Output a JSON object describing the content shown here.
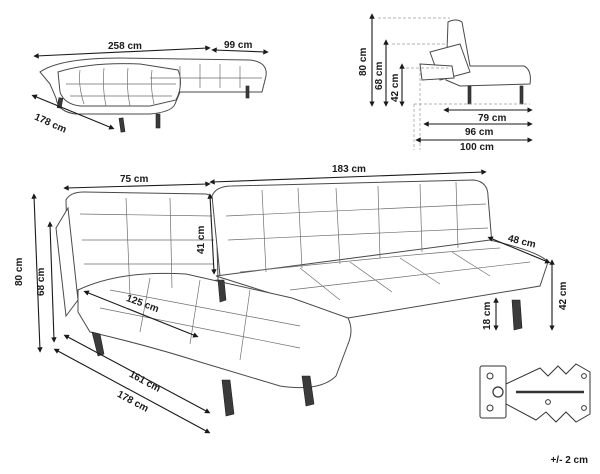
{
  "dimensions": {
    "top_width": "258  cm",
    "top_depth_right": "99 cm",
    "top_depth_left": "178 cm",
    "side_height_total": "80 cm",
    "side_height_back": "68 cm",
    "side_height_seat": "42 cm",
    "side_depth_79": "79 cm",
    "side_depth_96": "96 cm",
    "side_depth_100": "100 cm",
    "main_left_width": "75 cm",
    "main_right_width": "183 cm",
    "main_back_height": "41 cm",
    "main_arm_depth": "48 cm",
    "main_height_80": "80 cm",
    "main_height_68": "68 cm",
    "main_chaise_width": "125 cm",
    "main_leg_height": "18 cm",
    "main_seat_height": "42 cm",
    "main_depth_161": "161 cm",
    "main_depth_178": "178 cm"
  },
  "tolerance": "+/- 2 cm",
  "colors": {
    "line": "#4a4a4a",
    "text": "#1a1a1a",
    "leg": "#3b3b3b"
  },
  "icons": [
    "dimension-arrow",
    "mechanism-detail-icon"
  ]
}
